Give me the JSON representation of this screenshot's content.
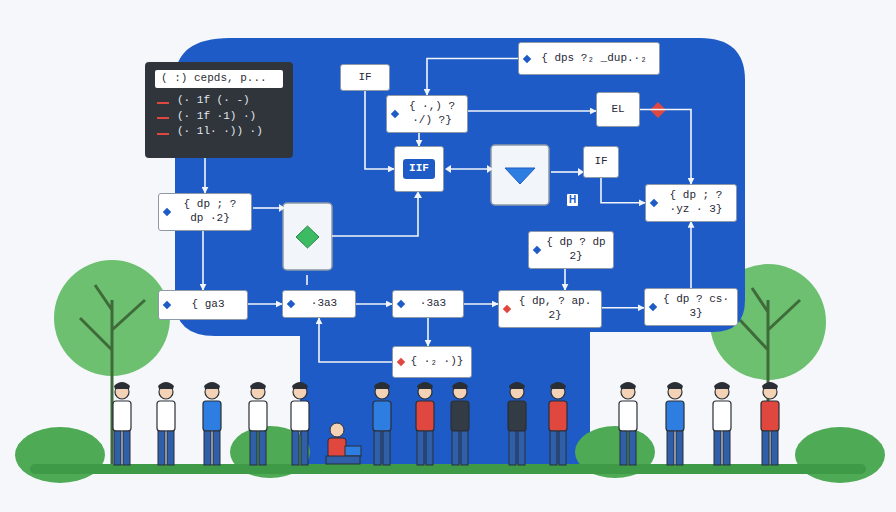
{
  "diagram": {
    "nodes": [
      {
        "text": [
          "( :) cepds, p...",
          "(·  1f (· -)",
          "(·  1f ·1) ·)",
          "(·  1l· ·)) ·)"
        ]
      },
      {
        "text": [
          "IF"
        ]
      },
      {
        "text": [
          "{ dps ?₂ _dup.·₂"
        ]
      },
      {
        "text": [
          "{ ·,) ? ·/) ?}"
        ]
      },
      {
        "text": [
          "EL"
        ]
      },
      {
        "text": [
          "IIF"
        ]
      },
      {
        "text": [
          "IF"
        ]
      },
      {
        "text": [
          "{ dp ; ? ·yz · 3}"
        ]
      },
      {
        "text": [
          "{ dp ; ? dp ·2}"
        ]
      },
      {
        "text": [
          "{ dp ? dp 2}"
        ]
      },
      {
        "text": [
          "{ ga3"
        ]
      },
      {
        "text": [
          "·3a3"
        ]
      },
      {
        "text": [
          "·3a3"
        ]
      },
      {
        "text": [
          "{ dp, ? ap. 2}"
        ]
      },
      {
        "text": [
          "{ dp ? cs· 3}"
        ]
      },
      {
        "text": [
          "{ ·₂ ·)}"
        ]
      }
    ],
    "edges": [
      {
        "from": 0,
        "to": 8,
        "arrow": "to"
      },
      {
        "from": 2,
        "to": 3,
        "arrow": "to"
      },
      {
        "from": 3,
        "to": 5,
        "arrow": "to"
      },
      {
        "from": 3,
        "to": 4,
        "arrow": "to"
      },
      {
        "from": 4,
        "to": 7,
        "arrow": "to"
      },
      {
        "from": 6,
        "to": 7,
        "arrow": "to"
      },
      {
        "from": 1,
        "to": 5,
        "arrow": "to"
      },
      {
        "from": 8,
        "to": 10,
        "arrow": "to"
      },
      {
        "from": 10,
        "to": 11,
        "arrow": "both"
      },
      {
        "from": 11,
        "to": 12,
        "arrow": "to"
      },
      {
        "from": 12,
        "to": 13,
        "arrow": "to"
      },
      {
        "from": 13,
        "to": 14,
        "arrow": "to"
      },
      {
        "from": 9,
        "to": 13,
        "arrow": "to"
      },
      {
        "from": 12,
        "to": 15,
        "arrow": "to"
      },
      {
        "from": 15,
        "to": 11,
        "arrow": "to"
      },
      {
        "from": 14,
        "to": 7,
        "arrow": "to"
      }
    ],
    "labels": [
      "H"
    ]
  }
}
